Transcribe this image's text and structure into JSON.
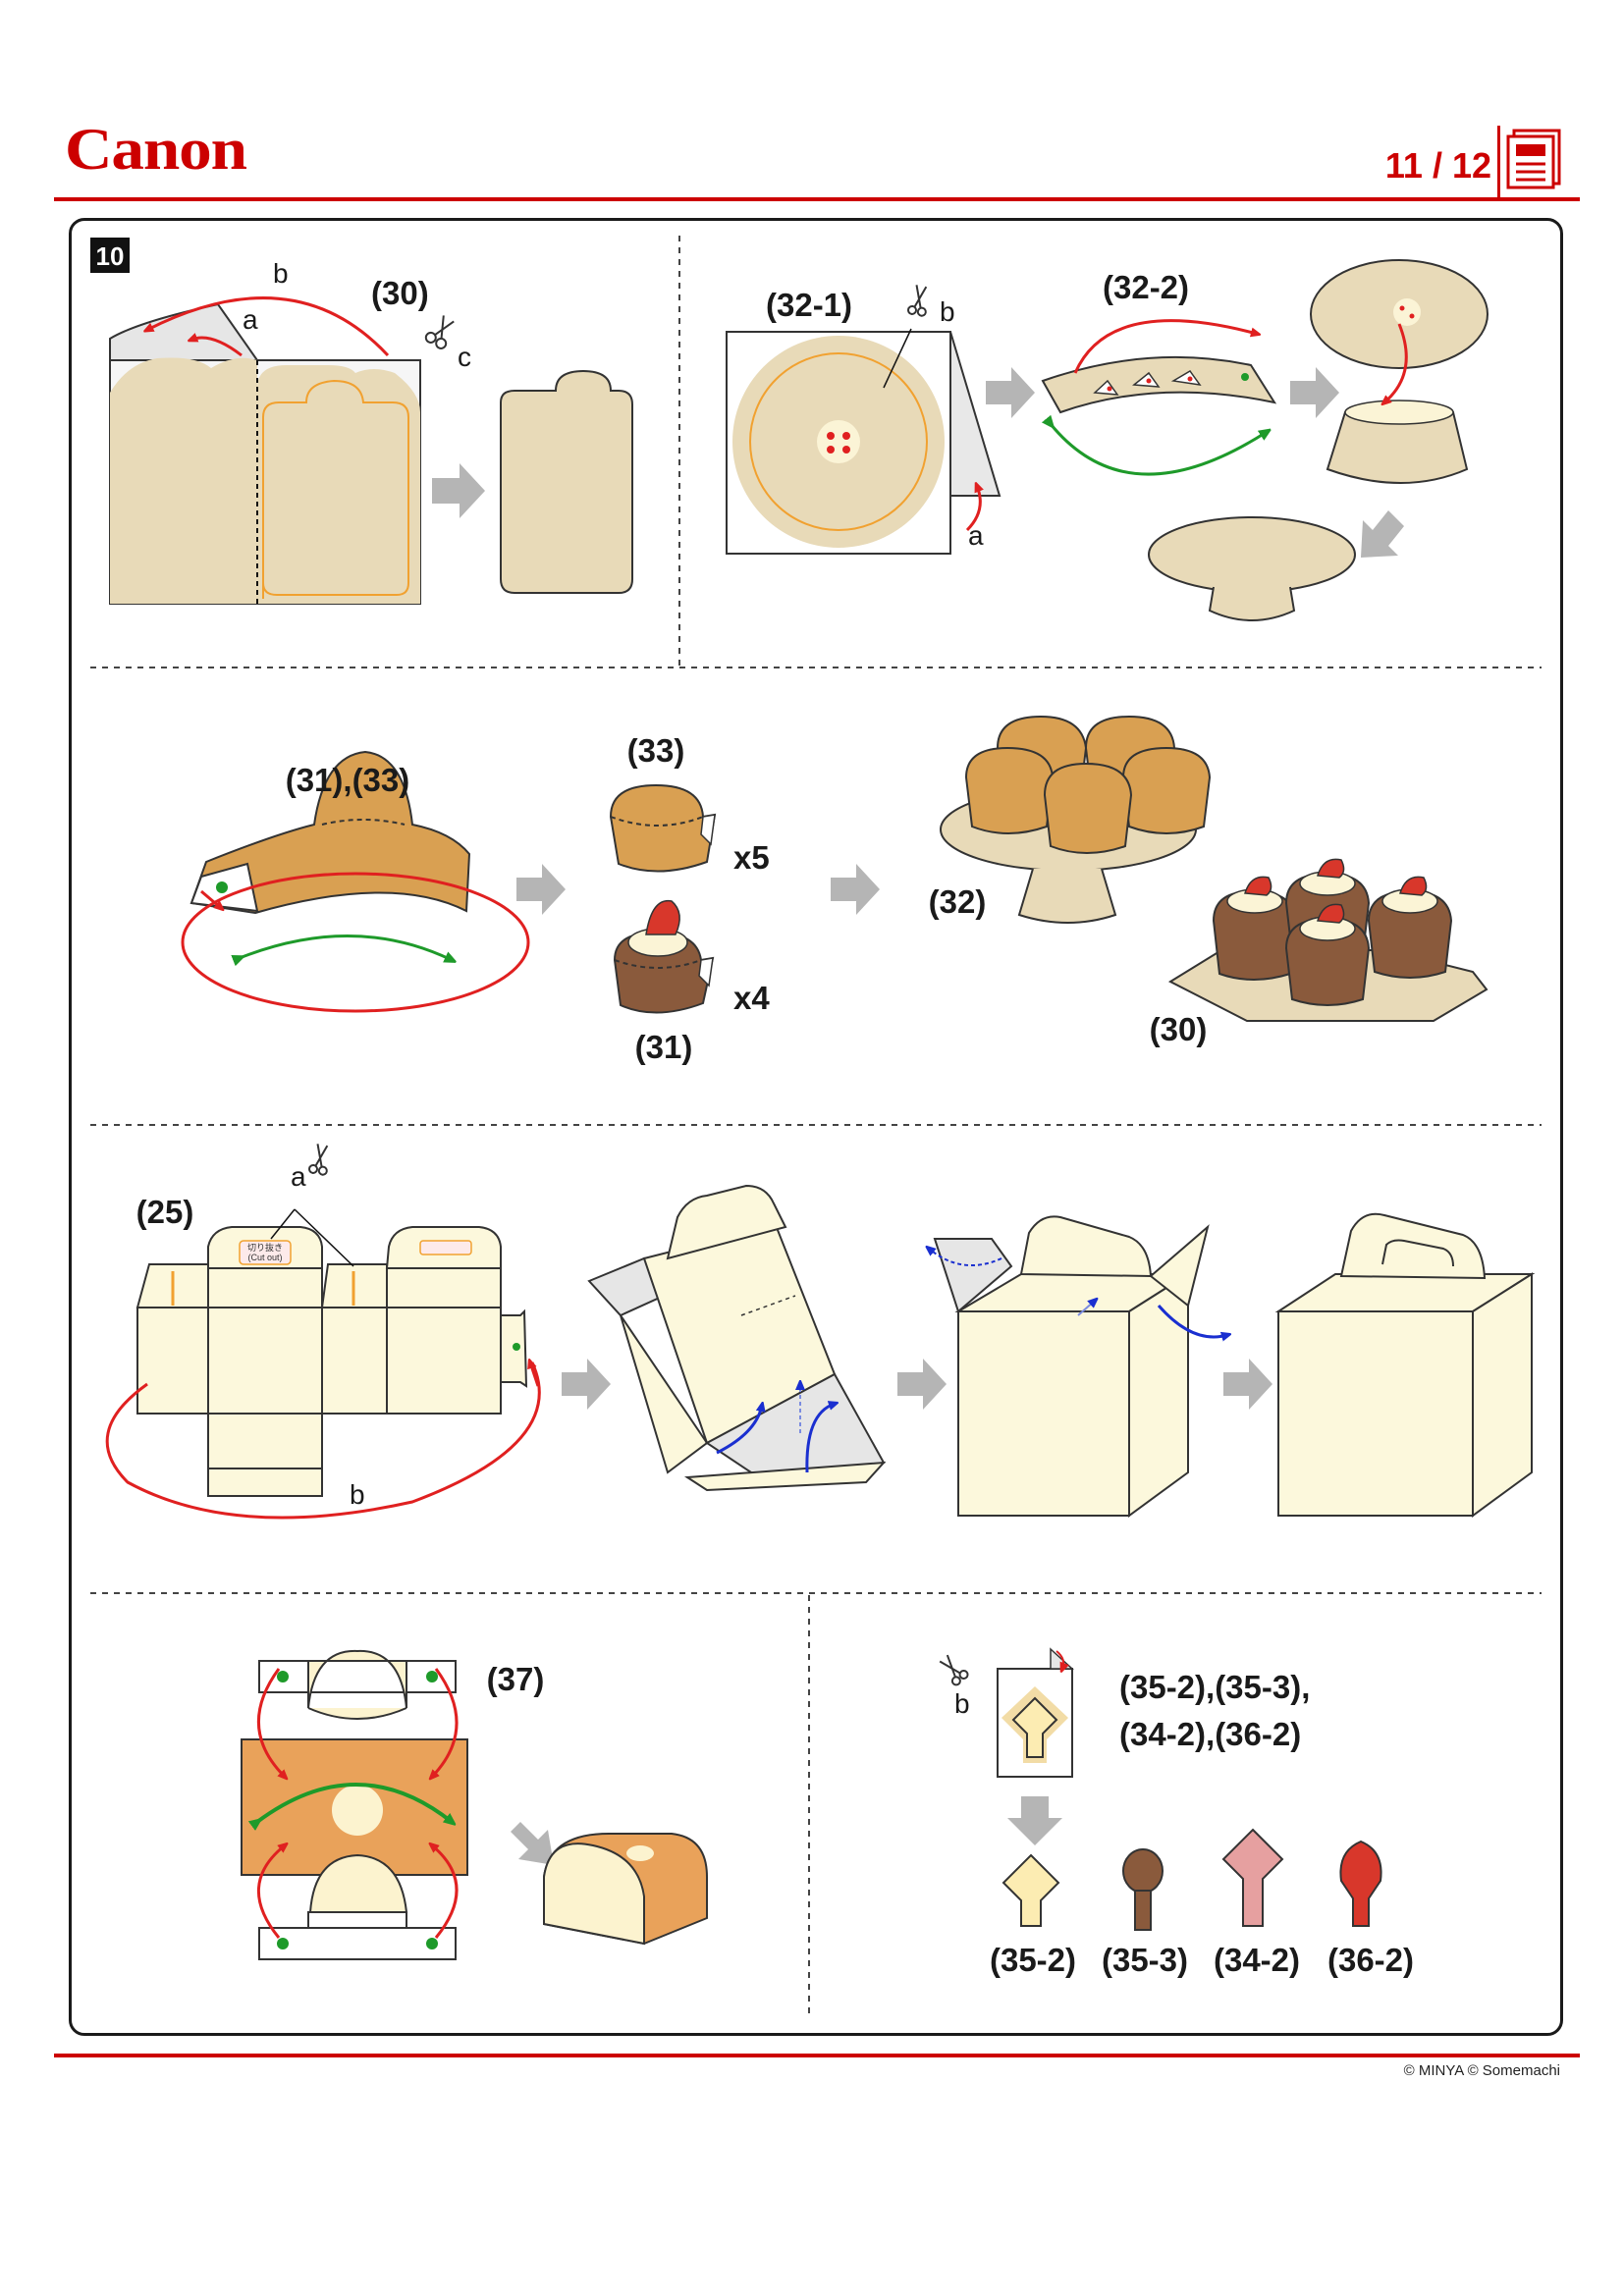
{
  "header": {
    "logo": "Canon",
    "page_indicator": "11 / 12"
  },
  "footer": {
    "copyright": "© MINYA  © Somemachi"
  },
  "step": {
    "number": "10"
  },
  "panel_top_left": {
    "part": "(30)",
    "a": "a",
    "b": "b",
    "c": "c"
  },
  "panel_top_right": {
    "part_flat": "(32-1)",
    "part_cone": "(32-2)",
    "a": "a",
    "b": "b"
  },
  "panel_middle": {
    "strip_parts": "(31),(33)",
    "top_cup": "(33)",
    "top_qty": "x5",
    "bottom_cup": "(31)",
    "bottom_qty": "x4",
    "stand": "(32)",
    "tray": "(30)"
  },
  "panel_box": {
    "part": "(25)",
    "a": "a",
    "b": "b",
    "cutout_jp": "切り抜き",
    "cutout_en": "(Cut out)"
  },
  "panel_bottom_left": {
    "part": "(37)"
  },
  "panel_bottom_right": {
    "b": "b",
    "parts_line1": "(35-2),(35-3),",
    "parts_line2": "(34-2),(36-2)",
    "pick_labels": [
      "(35-2)",
      "(35-3)",
      "(34-2)",
      "(36-2)"
    ]
  },
  "colors": {
    "brand_red": "#cc0000",
    "paper_tan": "#e8dab8",
    "cake_orange": "#d9a052",
    "chocolate": "#8a5a3c",
    "cream": "#fbf4d6",
    "arrow_gray": "#b5b5b5"
  }
}
